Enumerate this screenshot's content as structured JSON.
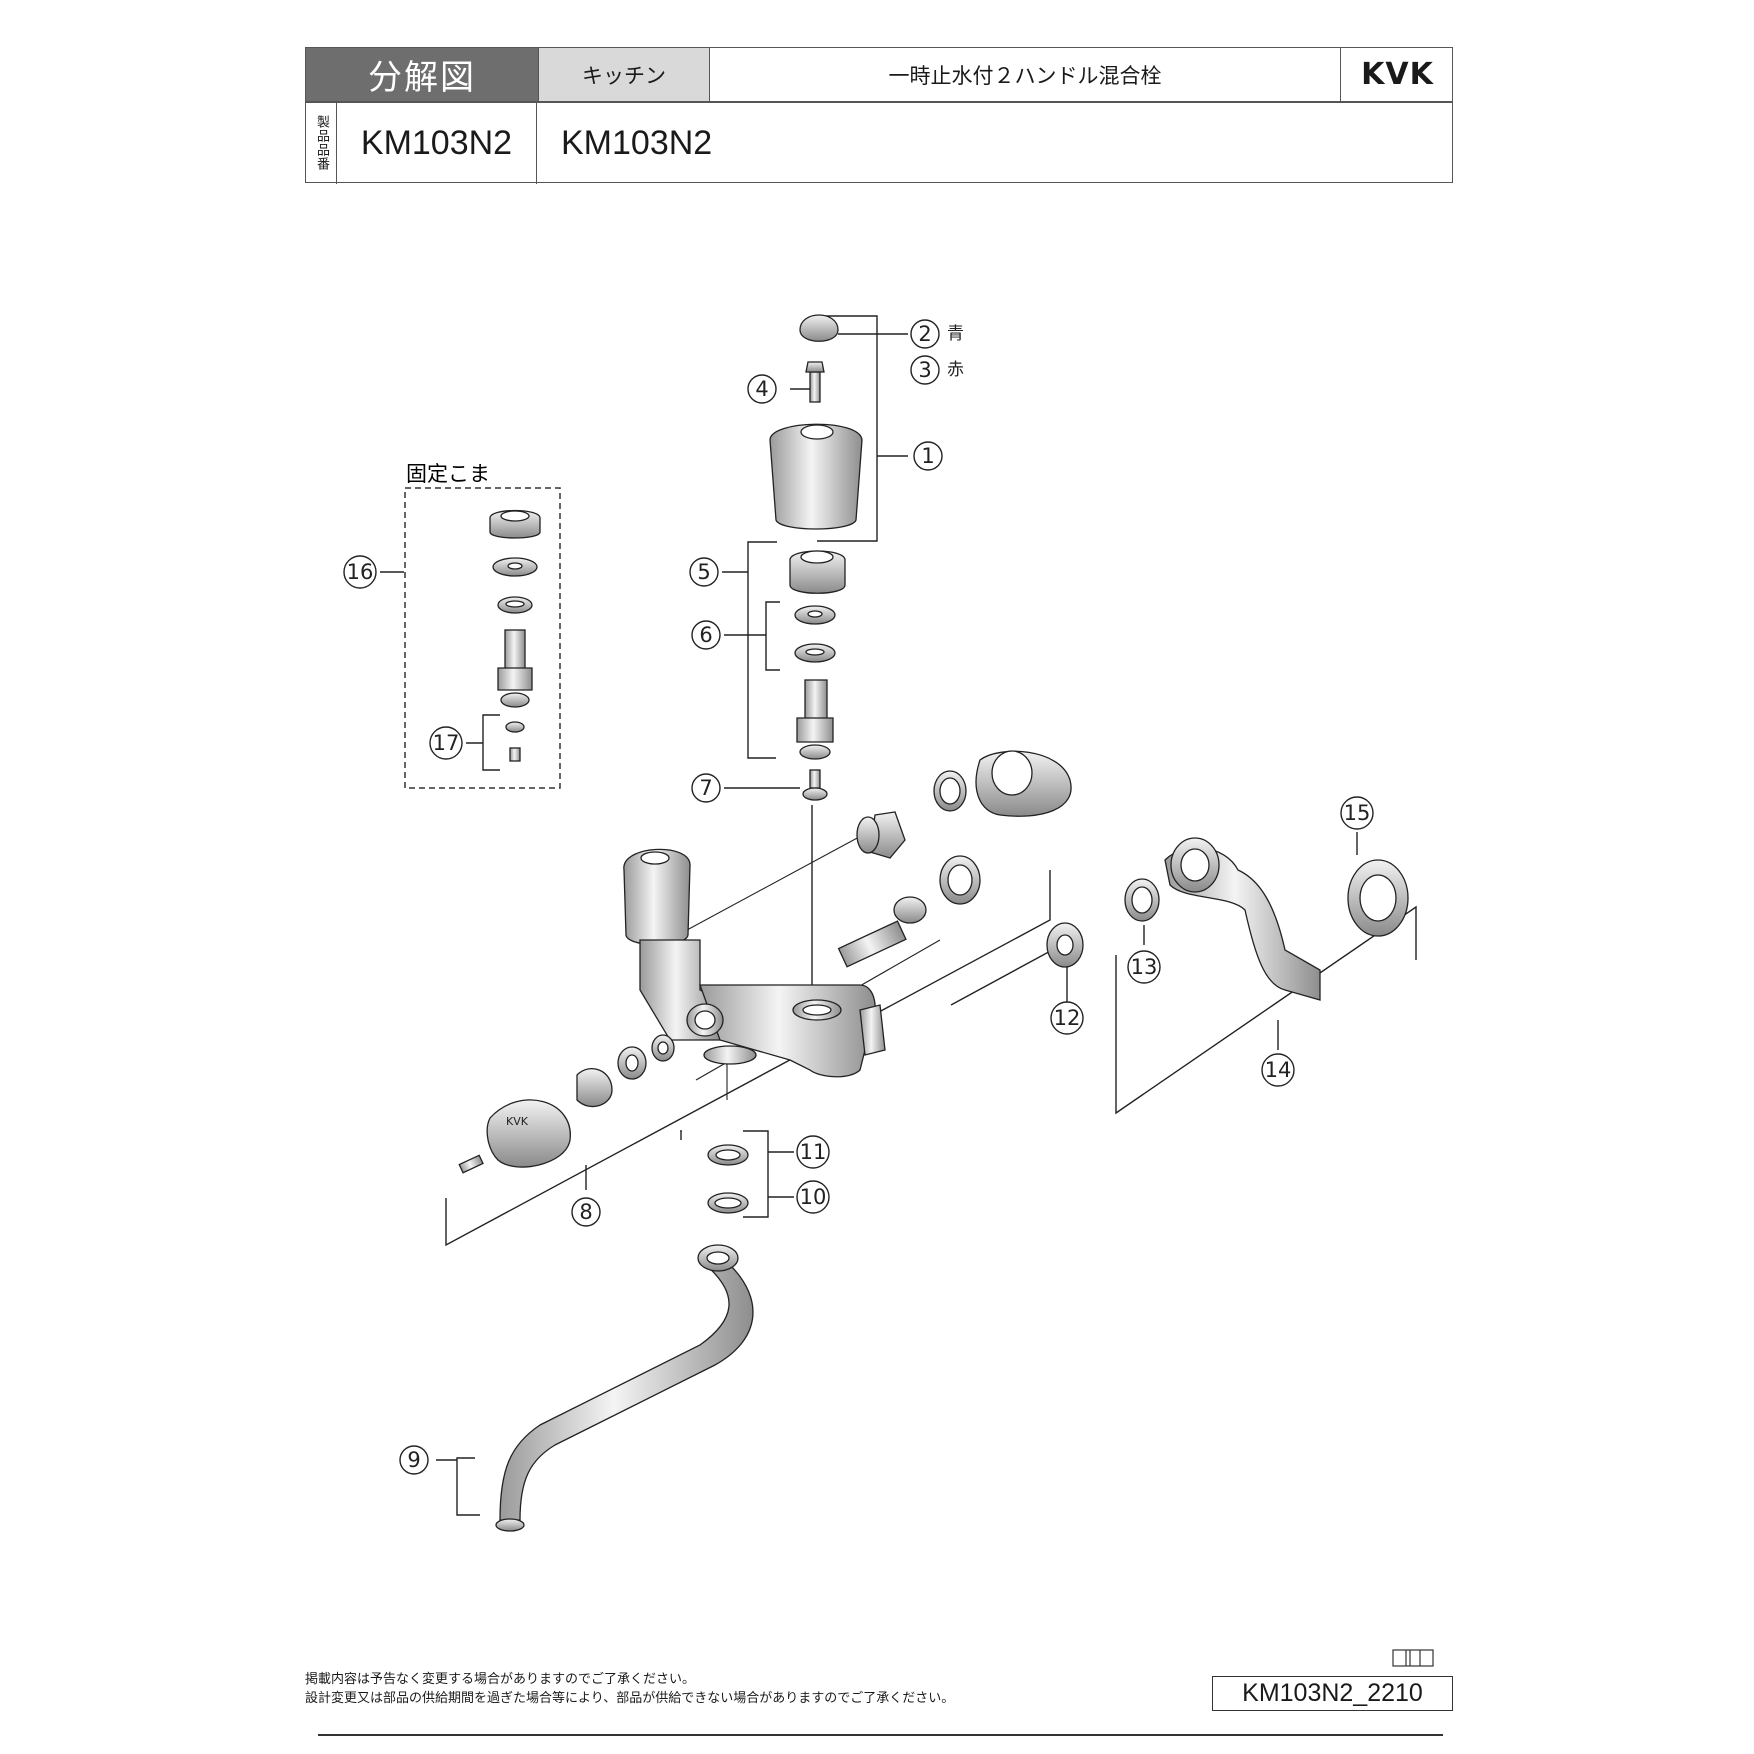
{
  "header": {
    "title": "分解図",
    "category": "キッチン",
    "product_name": "一時止水付２ハンドル混合栓",
    "brand": "KVK",
    "side_label": "製品品番",
    "model_number": "KM103N2",
    "model_variant": "KM103N2"
  },
  "diagram": {
    "fixed_top_label": "固定こま",
    "callouts": {
      "c1": "1",
      "c2": "2",
      "c3": "3",
      "c4": "4",
      "c5": "5",
      "c6": "6",
      "c7": "7",
      "c8": "8",
      "c9": "9",
      "c10": "10",
      "c11": "11",
      "c12": "12",
      "c13": "13",
      "c14": "14",
      "c15": "15",
      "c16": "16",
      "c17": "17"
    },
    "color_labels": {
      "blue": "青",
      "red": "赤"
    },
    "logo_text": "KVK"
  },
  "footer": {
    "note_line1": "掲載内容は予告なく変更する場合がありますのでご了承ください。",
    "note_line2": "設計変更又は部品の供給期間を過ぎた場合等により、部品が供給できない場合がありますのでご了承ください。",
    "doc_code": "KM103N2_2210"
  }
}
